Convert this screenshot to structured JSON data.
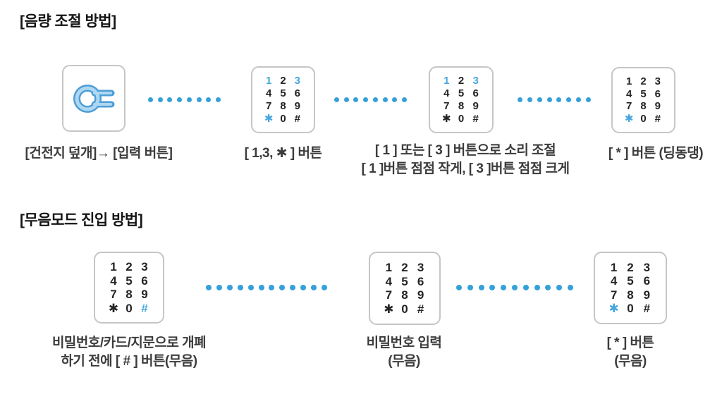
{
  "colors": {
    "accent_blue_dots": "#35a0da",
    "accent_blue_keys": "#47a7de",
    "icon_blue_dark": "#4d9ed6",
    "icon_blue_light": "#aed7f1",
    "border_gray": "#c6c6c6",
    "text_dark": "#141414",
    "text_label": "#3c3c3c"
  },
  "keypad": {
    "keys": [
      "1",
      "2",
      "3",
      "4",
      "5",
      "6",
      "7",
      "8",
      "9",
      "✱",
      "0",
      "#"
    ]
  },
  "keypad_highlights": {
    "volume_step1": [
      "1",
      "3",
      "✱"
    ],
    "volume_step2": [
      "1",
      "3"
    ],
    "volume_step3": [
      "✱"
    ],
    "silent_step1": [
      "#"
    ],
    "silent_step2": [],
    "silent_step3": [
      "✱"
    ]
  },
  "volume_section": {
    "title": "[음량 조절 방법]",
    "step1_label": "[건전지 덮개]→ [입력 버튼]",
    "step2_label": "[ 1,3, ✱ ] 버튼",
    "step3_label_line1": "[ 1 ] 또는 [ 3 ] 버튼으로 소리 조절",
    "step3_label_line2": "[ 1 ]버튼 점점 작게, [ 3 ]버튼 점점 크게",
    "step4_label": "[ * ] 버튼 (딩동댕)"
  },
  "silent_section": {
    "title": "[무음모드 진입 방법]",
    "step1_label_line1": "비밀번호/카드/지문으로 개폐",
    "step1_label_line2": "하기 전에 [ # ] 버튼(무음)",
    "step2_label_line1": "비밀번호 입력",
    "step2_label_line2": "(무음)",
    "step3_label_line1": "[ * ] 버튼",
    "step3_label_line2": "(무음)"
  },
  "icons": {
    "battery_cover_icon": "input-button-behind-battery-cover"
  }
}
